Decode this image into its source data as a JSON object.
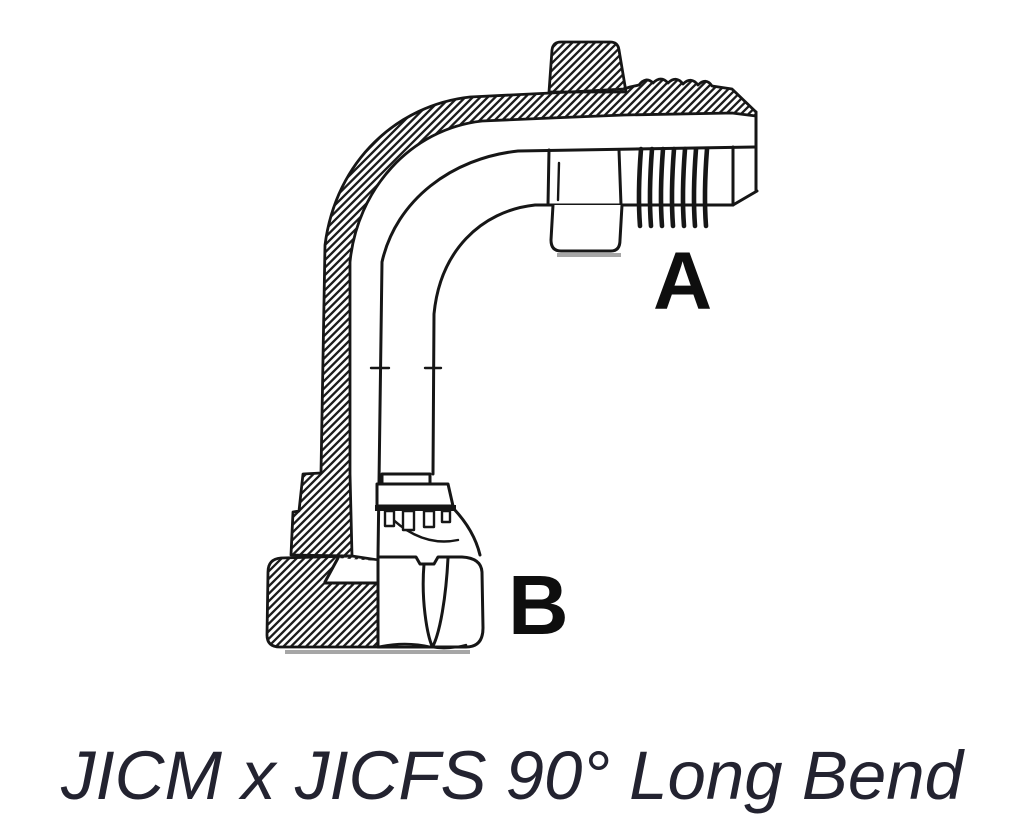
{
  "figure": {
    "caption": "JICM x JICFS 90° Long Bend",
    "labels": {
      "port_a": "A",
      "port_b": "B"
    }
  },
  "colors": {
    "background": "#ffffff",
    "line_color": "#161616",
    "hatch_color": "#1c1c1c",
    "label_color": "#0e0e0e",
    "caption_color": "#232330",
    "shadow_color": "#a6a6a6"
  }
}
